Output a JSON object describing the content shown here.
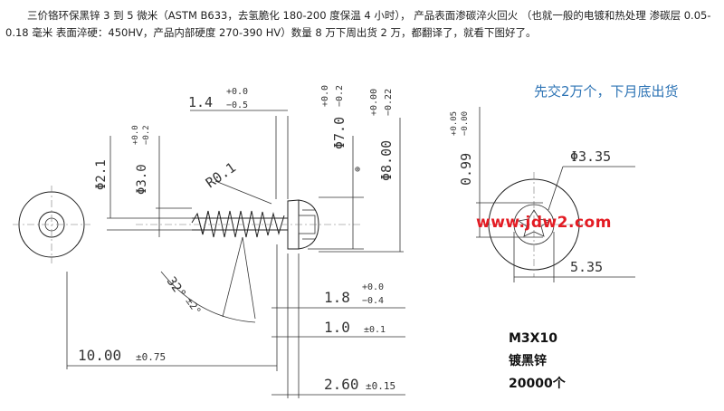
{
  "intro_text": "三价铬环保黑锌 3 到 5 微米（ASTM B633，去氢脆化 180-200 度保温 4 小时），  产品表面渗碳淬火回火 （也就一般的电镀和热处理 渗碳层 0.05-0.18 毫米  表面淬硬：450HV，产品内部硬度 270-390 HV）数量 8 万下周出货 2 万，都翻译了，就看下图好了。",
  "notice": "先交2万个，下月底出货",
  "watermark": "www.jdw2.com",
  "spec": {
    "model": "M3X10",
    "finish": "镀黑锌",
    "quantity": "20000个"
  },
  "dims": {
    "head_thk": "1.4",
    "head_thk_tol_up": "+0.0",
    "head_thk_tol_lo": "−0.5",
    "d_minor": "Φ2.1",
    "d_major": "Φ3.0",
    "d_major_tol_up": "+0.0",
    "d_major_tol_lo": "−0.2",
    "radius": "R0.1",
    "flange": "Φ7.0",
    "flange_tol_up": "+0.0",
    "flange_tol_lo": "−0.2",
    "head": "Φ8.00",
    "head_tol_up": "+0.00",
    "head_tol_lo": "−0.22",
    "angle": "32°",
    "angle_tol": "±2°",
    "len_a": "1.8",
    "len_a_tol_up": "+0.0",
    "len_a_tol_lo": "−0.4",
    "len_b": "1.0",
    "len_b_tol": "±0.1",
    "len_total": "10.00",
    "len_total_tol": "±0.75",
    "len_c": "2.60",
    "len_c_tol": "±0.15",
    "recess_depth": "0.99",
    "recess_depth_tol_up": "+0.05",
    "recess_depth_tol_lo": "−0.00",
    "recess_dia": "Φ3.35",
    "recess_width": "5.35",
    "center_mark": "⊕"
  }
}
